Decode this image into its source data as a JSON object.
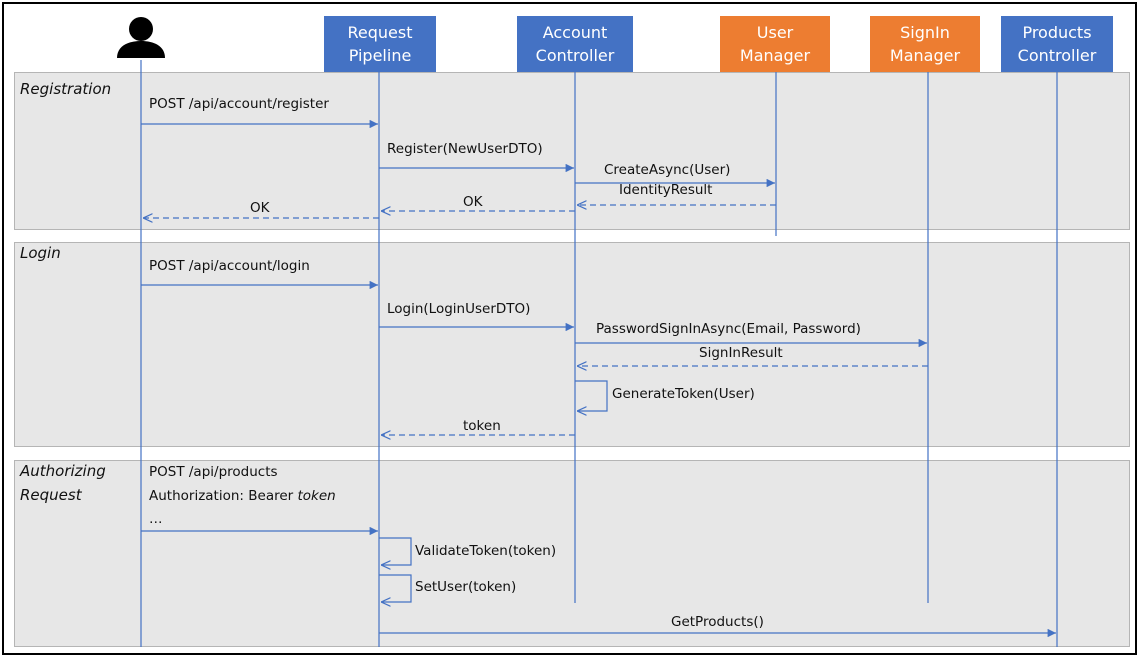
{
  "participants": {
    "actor": {
      "icon": "person-icon"
    },
    "request_pipeline": {
      "line1": "Request",
      "line2": "Pipeline"
    },
    "account_controller": {
      "line1": "Account",
      "line2": "Controller"
    },
    "user_manager": {
      "line1": "User",
      "line2": "Manager"
    },
    "signin_manager": {
      "line1": "SignIn",
      "line2": "Manager"
    },
    "products_controller": {
      "line1": "Products",
      "line2": "Controller"
    }
  },
  "sections": {
    "registration": {
      "title": "Registration"
    },
    "login": {
      "title": "Login"
    },
    "authorizing": {
      "title_line1": "Authorizing",
      "title_line2": "Request"
    }
  },
  "messages": {
    "reg_post": "POST /api/account/register",
    "reg_register": "Register(NewUserDTO)",
    "reg_create": "CreateAsync(User)",
    "reg_identity": "IdentityResult",
    "reg_ok_ac": "OK",
    "reg_ok_rp": "OK",
    "login_post": "POST /api/account/login",
    "login_login": "Login(LoginUserDTO)",
    "login_pwsignin": "PasswordSignInAsync(Email,  Password)",
    "login_signinresult": "SignInResult",
    "login_generate": "GenerateToken(User)",
    "login_token": "token",
    "auth_post_line1": "POST /api/products",
    "auth_post_line2_prefix": "Authorization: Bearer ",
    "auth_post_line2_token": "token",
    "auth_post_line3": "…",
    "auth_validate": "ValidateToken(token)",
    "auth_setuser": "SetUser(token)",
    "auth_getproducts": "GetProducts()"
  },
  "colors": {
    "participant_blue": "#4472c4",
    "participant_orange": "#ed7d31",
    "arrow": "#4472c4",
    "section_bg": "#e7e7e7"
  }
}
